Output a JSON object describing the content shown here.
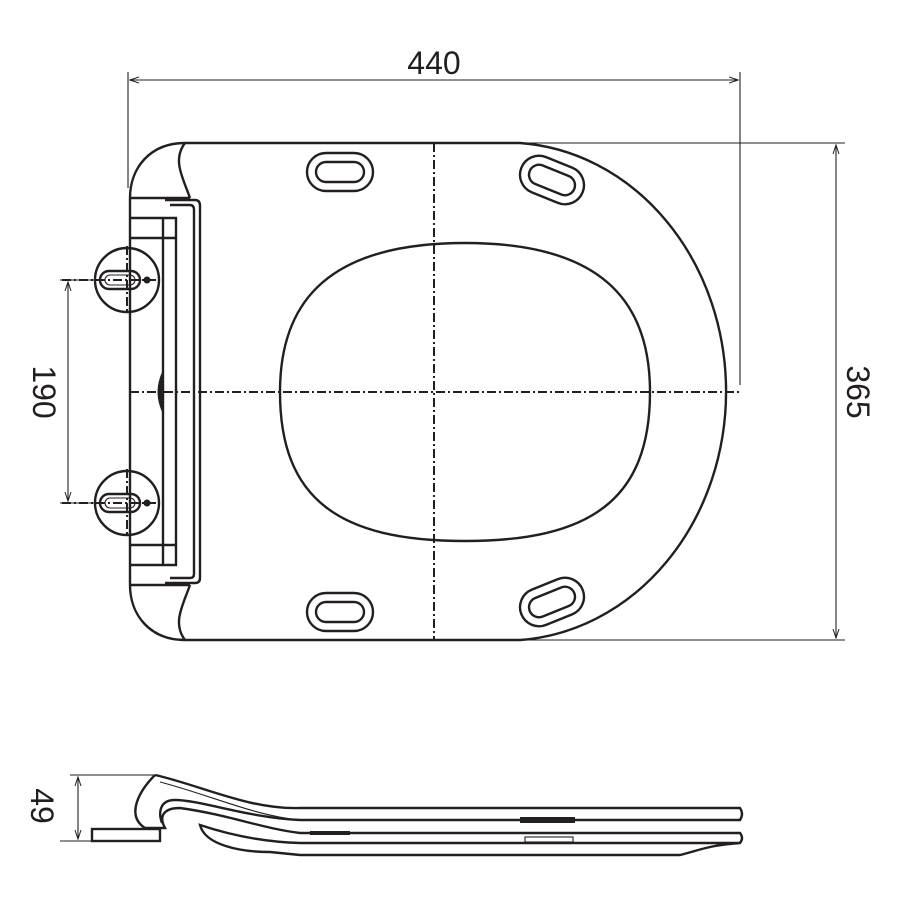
{
  "drawing": {
    "dimensions": {
      "width": "440",
      "depth": "365",
      "hinge_spacing": "190",
      "height": "49"
    },
    "colors": {
      "line": "#231f20",
      "background": "#ffffff"
    }
  }
}
